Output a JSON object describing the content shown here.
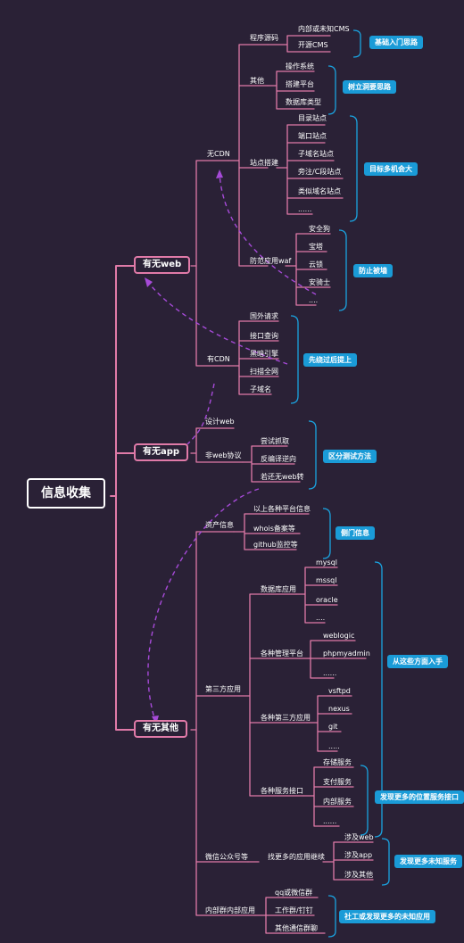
{
  "root": "信息收集",
  "web": {
    "title": "有无web",
    "no_cdn": "无CDN",
    "has_cdn": "有CDN",
    "program_source": "程序源码",
    "internal_cms": "内部或未知CMS",
    "open_cms": "开源CMS",
    "other": "其他",
    "os": "操作系统",
    "platform": "搭建平台",
    "db_type": "数据库类型",
    "site_build": "站点搭建",
    "dir_site": "目录站点",
    "port_site": "端口站点",
    "subdomain_site": "子域名站点",
    "side_c": "旁注/C段站点",
    "similar_domain": "类似域名站点",
    "dots1": "......",
    "waf": "防范应用waf",
    "anquangou": "安全狗",
    "baota": "宝塔",
    "yunsuo": "云锁",
    "anqishi": "安骑士",
    "dots2": "....",
    "foreign_req": "国外请求",
    "api_query": "接口查询",
    "dark_engine": "黑暗引擎",
    "scan_net": "扫描全网",
    "subdomain": "子域名"
  },
  "app": {
    "title": "有无app",
    "design_web": "设计web",
    "non_web": "非web协议",
    "capture": "尝试抓取",
    "decompile": "反编译逆向",
    "web_turn": "若还无web转"
  },
  "other": {
    "title": "有无其他",
    "asset_info": "资产信息",
    "platform_info": "以上各种平台信息",
    "whois": "whois备案等",
    "github": "github监控等",
    "third_party": "第三方应用",
    "db_app": "数据库应用",
    "mysql": "mysql",
    "mssql": "mssql",
    "oracle": "oracle",
    "dots3": "....",
    "mgmt": "各种管理平台",
    "weblogic": "weblogic",
    "phpmyadmin": "phpmyadmin",
    "dots4": "......",
    "third_app": "各种第三方应用",
    "vsftpd": "vsftpd",
    "nexus": "nexus",
    "git": "git",
    "dots5": ".....",
    "service_api": "各种服务接口",
    "storage": "存储服务",
    "payment": "支付服务",
    "internal_svc": "内部服务",
    "dots6": "......",
    "wechat": "微信公众号等",
    "find_more": "找更多的应用继续",
    "involve_web": "涉及web",
    "involve_app": "涉及app",
    "involve_other": "涉及其他",
    "internal_group": "内部群内部应用",
    "qq_group": "qq或微信群",
    "work_group": "工作群/钉钉",
    "other_chat": "其他通信群聊"
  },
  "tags": {
    "basic_intro": "基础入门思路",
    "db_idea": "树立洞要思路",
    "multi_target": "目标多机会大",
    "stop_bypass": "防止被墙",
    "bypass_first": "先绕过后提上",
    "distinguish": "区分测试方法",
    "side_info": "侧门信息",
    "from_here": "从这些方面入手",
    "find_more_pos": "发现更多的位置服务接口",
    "find_more_unknown": "发现更多未知服务",
    "social_eng": "社工或发现更多的未知应用"
  }
}
